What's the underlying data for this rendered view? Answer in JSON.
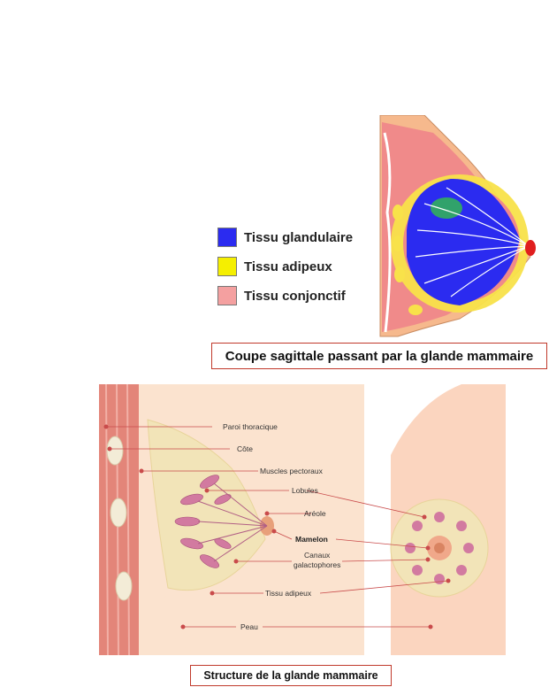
{
  "top_diagram": {
    "legend": [
      {
        "label": "Tissu glandulaire",
        "color": "#2b2bf0"
      },
      {
        "label": "Tissu adipeux",
        "color": "#f5ef00"
      },
      {
        "label": "Tissu conjonctif",
        "color": "#f4a0a0"
      }
    ],
    "caption": "Coupe sagittale passant par la glande mammaire"
  },
  "bottom_diagram": {
    "labels": {
      "paroi": "Paroi thoracique",
      "cote": "Côte",
      "muscles": "Muscles pectoraux",
      "lobules": "Lobules",
      "areole": "Aréole",
      "mamelon": "Mamelon",
      "canaux_1": "Canaux",
      "canaux_2": "galactophores",
      "tissu_adipeux": "Tissu adipeux",
      "peau": "Peau"
    },
    "caption": "Structure de la glande mammaire"
  }
}
